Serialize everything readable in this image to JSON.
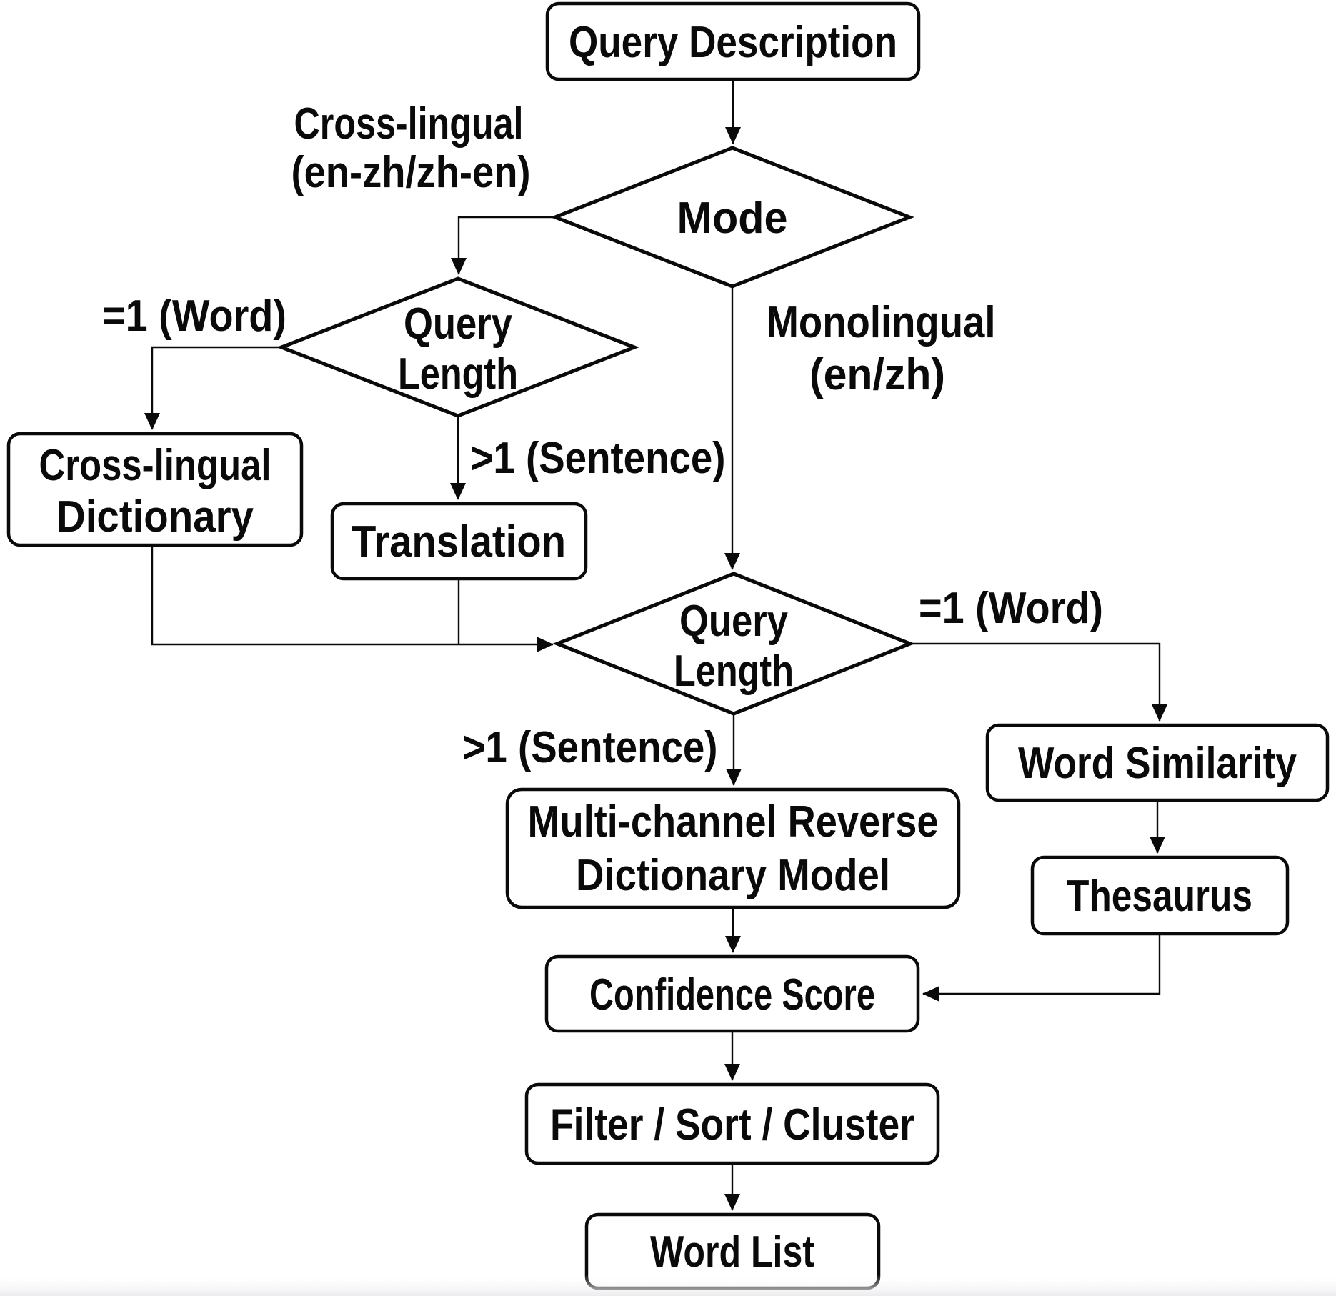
{
  "diagram": {
    "colors": {
      "background": "#ffffff",
      "stroke": "#0a0a0a",
      "text": "#0a0a0a"
    },
    "nodes": {
      "query_description": {
        "label": "Query Description"
      },
      "mode": {
        "label": "Mode"
      },
      "query_length_1": {
        "line1": "Query",
        "line2": "Length"
      },
      "cross_lingual_dictionary": {
        "line1": "Cross-lingual",
        "line2": "Dictionary"
      },
      "translation": {
        "label": "Translation"
      },
      "query_length_2": {
        "line1": "Query",
        "line2": "Length"
      },
      "multi_channel_model": {
        "line1": "Multi-channel Reverse",
        "line2": "Dictionary Model"
      },
      "word_similarity": {
        "label": "Word Similarity"
      },
      "thesaurus": {
        "label": "Thesaurus"
      },
      "confidence_score": {
        "label": "Confidence Score"
      },
      "filter_sort_cluster": {
        "label": "Filter / Sort / Cluster"
      },
      "word_list": {
        "label": "Word List"
      }
    },
    "edge_labels": {
      "cross_lingual_branch": {
        "line1": "Cross-lingual",
        "line2": "(en-zh/zh-en)"
      },
      "monolingual_branch": {
        "line1": "Monolingual",
        "line2": "(en/zh)"
      },
      "word_branch_1": "=1 (Word)",
      "sentence_branch_1": ">1 (Sentence)",
      "word_branch_2": "=1 (Word)",
      "sentence_branch_2": ">1 (Sentence)"
    }
  }
}
